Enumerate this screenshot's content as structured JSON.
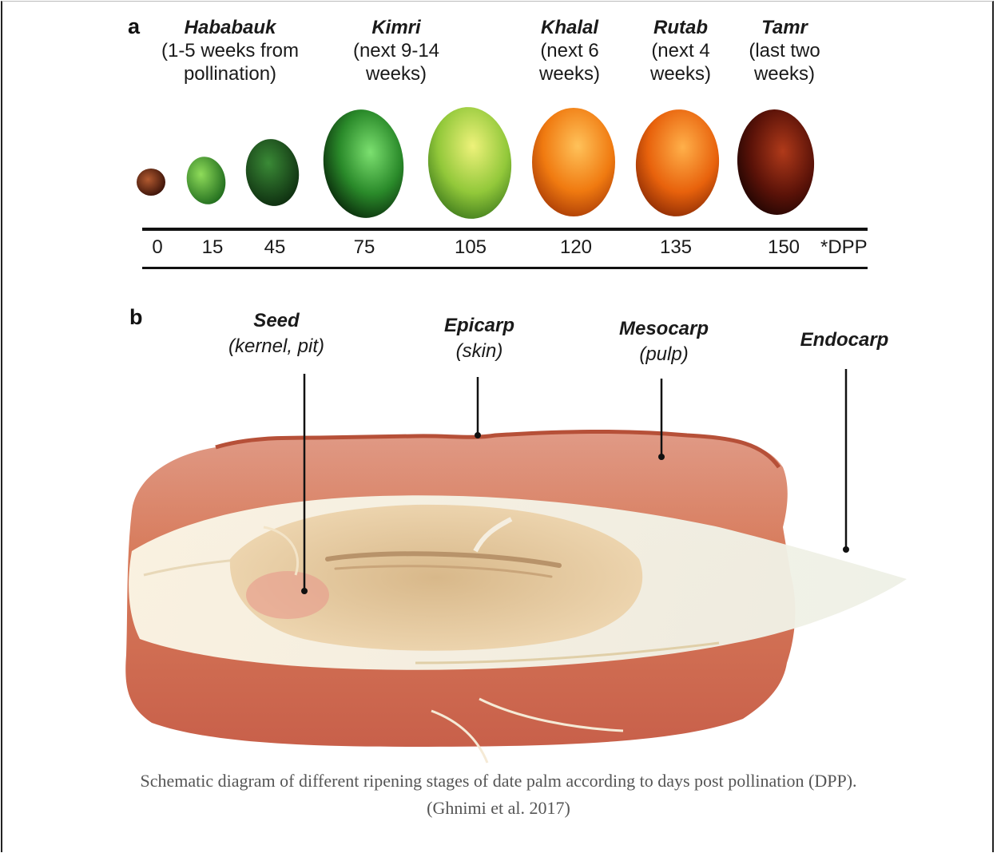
{
  "panel_a": {
    "letter": "a",
    "stages": [
      {
        "name": "Hababauk",
        "period_lines": [
          "(1-5 weeks from",
          "pollination)"
        ]
      },
      {
        "name": "Kimri",
        "period_lines": [
          "(next 9-14",
          "weeks)"
        ]
      },
      {
        "name": "Khalal",
        "period_lines": [
          "(next 6",
          "weeks)"
        ]
      },
      {
        "name": "Rutab",
        "period_lines": [
          "(next 4",
          "weeks)"
        ]
      },
      {
        "name": "Tamr",
        "period_lines": [
          "(last two",
          "weeks)"
        ]
      }
    ],
    "ticks": [
      "0",
      "15",
      "45",
      "75",
      "105",
      "120",
      "135",
      "150"
    ],
    "axis_unit": "*DPP",
    "fruit_colors": [
      "#6b2a16",
      "#3f9a2c",
      "#1f5a22",
      "#2c8a2c",
      "#9bcc3a",
      "#f07a10",
      "#e8620c",
      "#5a1208"
    ]
  },
  "panel_b": {
    "letter": "b",
    "parts": [
      {
        "name": "Seed",
        "sub": "(kernel, pit)"
      },
      {
        "name": "Epicarp",
        "sub": "(skin)"
      },
      {
        "name": "Mesocarp",
        "sub": "(pulp)"
      },
      {
        "name": "Endocarp",
        "sub": ""
      }
    ],
    "colors": {
      "flesh": "#d97a5a",
      "skin": "#c85a3c",
      "endocarp": "#f3ecd8",
      "seed": "#e8c9a0"
    }
  },
  "caption": {
    "line1": "Schematic diagram of different ripening stages of date palm according to days post pollination (DPP).",
    "line2": "(Ghnimi et al. 2017)"
  }
}
